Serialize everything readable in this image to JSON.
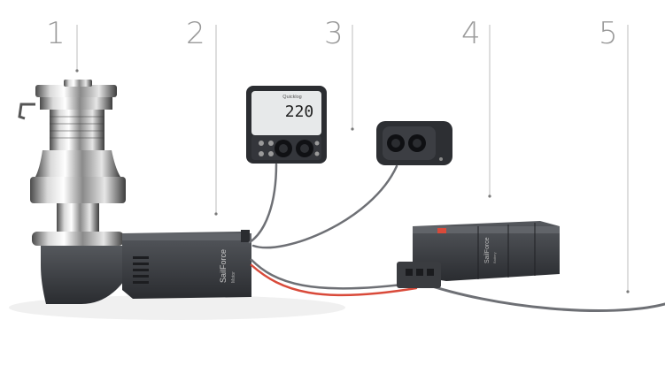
{
  "callouts": [
    "1",
    "2",
    "3",
    "4",
    "5"
  ],
  "display": {
    "brand": "Quicklog",
    "readout": "220"
  },
  "motor_label": {
    "brand": "SailForce",
    "model": "Motor"
  },
  "battery_label": {
    "brand": "SailForce",
    "model": "Battery"
  },
  "colors": {
    "callout_text": "#9a9a9a",
    "leader_line": "#bdbdbd",
    "device_dark": "#3a3c40",
    "cable_red": "#d94a3a",
    "cable_gray": "#6e7075"
  }
}
